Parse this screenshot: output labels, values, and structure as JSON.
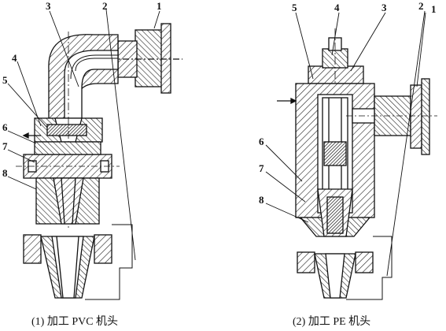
{
  "left_figure": {
    "caption": "(1) 加工 PVC 机头",
    "callouts": {
      "c1": "1",
      "c2": "2",
      "c3": "3",
      "c4": "4",
      "c5": "5",
      "c6": "6",
      "c7": "7",
      "c8": "8"
    }
  },
  "right_figure": {
    "caption": "(2) 加工 PE 机头",
    "callouts": {
      "c1": "1",
      "c2": "2",
      "c3": "3",
      "c4": "4",
      "c5": "5",
      "c6": "6",
      "c7": "7",
      "c8": "8"
    }
  }
}
